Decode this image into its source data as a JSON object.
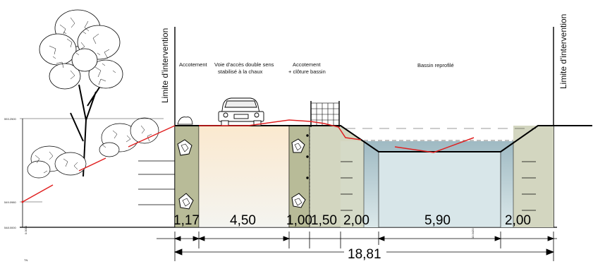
{
  "labels": {
    "limit_left": "Limite d'intervention",
    "limit_right": "Limite d'intervention",
    "accotement": "Accotement",
    "voie_line1": "Voie d'accès double sens",
    "voie_line2": "stabilisé à la chaux",
    "accotement2_line1": "Accotement",
    "accotement2_line2": "+ clôture bassin",
    "bassin": "Bassin reprofilé"
  },
  "elevations": {
    "top": "553.2500",
    "mid": "549.0980",
    "bottom": "548.0000",
    "axis_left": "0.0000",
    "axis_mid": "10.3420"
  },
  "corner_mark": "TN",
  "dimensions": [
    "1,17",
    "4,50",
    "1,00",
    "1,50",
    "2,00",
    "5,90",
    "2,00"
  ],
  "total": "18,81",
  "colors": {
    "side_strip": "#b8bb98",
    "road": "#f7e7c9",
    "shoulder": "#d3d6c0",
    "bank": "#d5dac7",
    "water": "#b5ccd2",
    "red_line": "#e02020",
    "ink": "#000000"
  },
  "icons": [
    "tree-icon",
    "shrub-icon",
    "car-icon",
    "fence-icon",
    "boulder-icon"
  ]
}
